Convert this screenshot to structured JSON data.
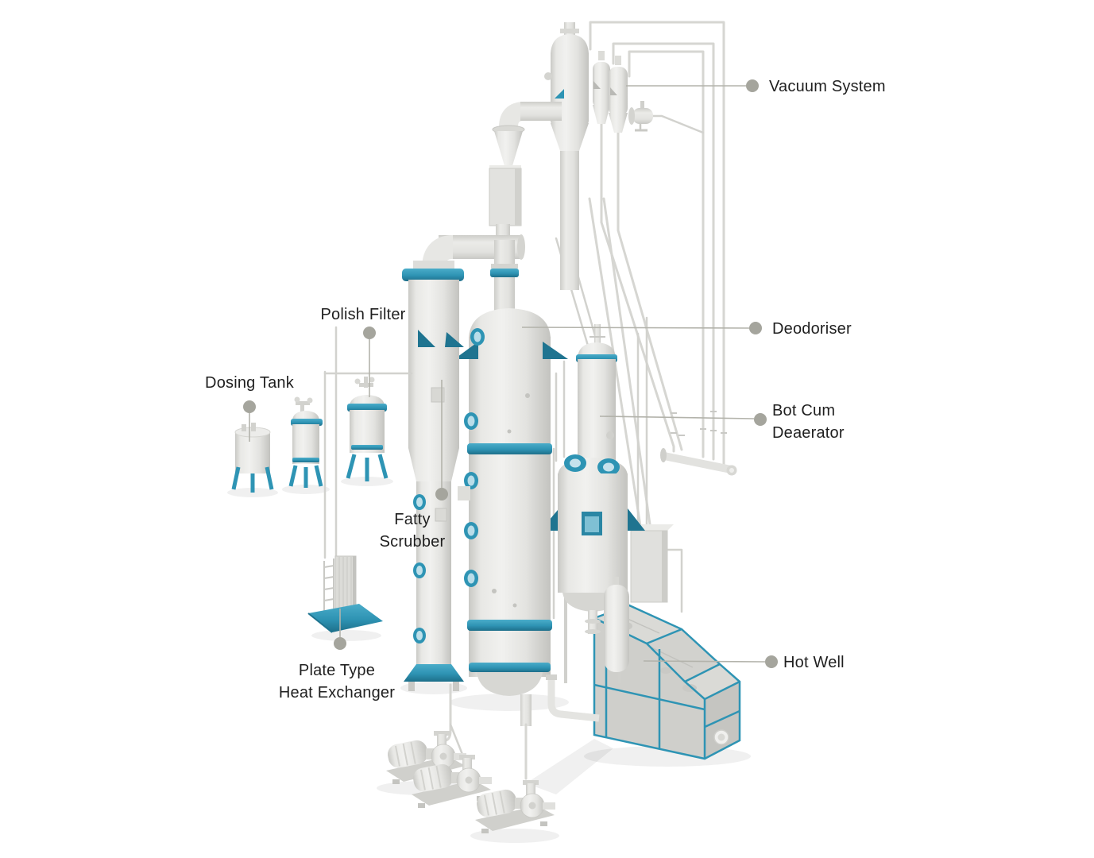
{
  "page": {
    "type": "equipment-callout-diagram",
    "background": "#ffffff"
  },
  "colors": {
    "accent_teal": "#2e94b4",
    "accent_teal_dark": "#1f7490",
    "label_dot": "#a5a59d",
    "leader_line": "#b3b3ab",
    "text_color": "#1f1f1f",
    "background": "#ffffff"
  },
  "labels": {
    "vacuum_system": {
      "text": "Vacuum System"
    },
    "deodoriser": {
      "text": "Deodoriser"
    },
    "bot_cum_deaerator": {
      "line1": "Bot Cum",
      "line2": "Deaerator"
    },
    "hot_well": {
      "text": "Hot Well"
    },
    "polish_filter": {
      "text": "Polish Filter"
    },
    "dosing_tank": {
      "text": "Dosing Tank"
    },
    "fatty_scrubber": {
      "line1": "Fatty",
      "line2": "Scrubber"
    },
    "plate_heat_exchanger": {
      "line1": "Plate Type",
      "line2": "Heat Exchanger"
    }
  }
}
